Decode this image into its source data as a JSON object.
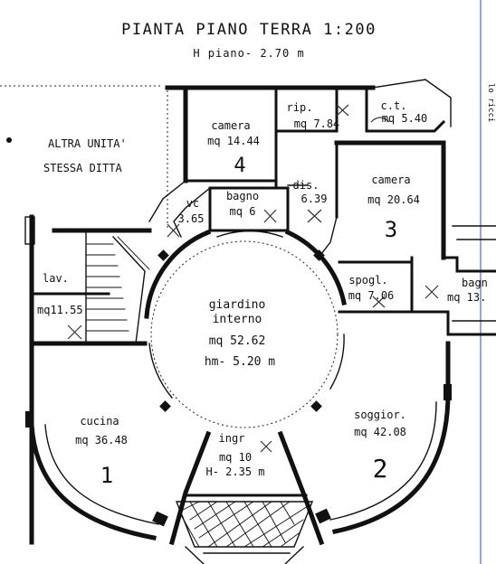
{
  "title": "PIANTA PIANO TERRA 1:200",
  "subtitle": "H piano- 2.70 m",
  "side_note_top": "ALTRA UNITA'",
  "side_note_bottom": "STESSA DITTA",
  "edge_text": "lo ricci",
  "rooms": {
    "camera4": {
      "name": "camera",
      "area": "mq 14.44",
      "mark": "4"
    },
    "rip": {
      "name": "rip.",
      "area": "mq 7.84"
    },
    "ct": {
      "name": "c.t.",
      "area": "mq 5.40"
    },
    "camera3": {
      "name": "camera",
      "area": "mq 20.64",
      "mark": "3"
    },
    "dis": {
      "name": "dis.",
      "area": "6.39"
    },
    "bagno": {
      "name": "bagno",
      "area": "mq 6"
    },
    "vc": {
      "name": "vc",
      "area": "3.65"
    },
    "spogl": {
      "name": "spogl.",
      "area": "mq 7.06"
    },
    "bagno2": {
      "name": "bagn",
      "area": "mq 13."
    },
    "lav": {
      "name": "lav.",
      "area": "mq11.55"
    },
    "giardino": {
      "name1": "giardino",
      "name2": "interno",
      "area": "mq 52.62",
      "height": "hm- 5.20 m"
    },
    "cucina": {
      "name": "cucina",
      "area": "mq 36.48",
      "mark": "1"
    },
    "soggior": {
      "name": "soggior.",
      "area": "mq 42.08",
      "mark": "2"
    },
    "ingr": {
      "name": "ingr",
      "area": "mq 10",
      "height": "H- 2.35 m"
    }
  },
  "colors": {
    "ink": "#111111",
    "paper": "#ffffff",
    "edge_line": "#3a4aa8"
  }
}
